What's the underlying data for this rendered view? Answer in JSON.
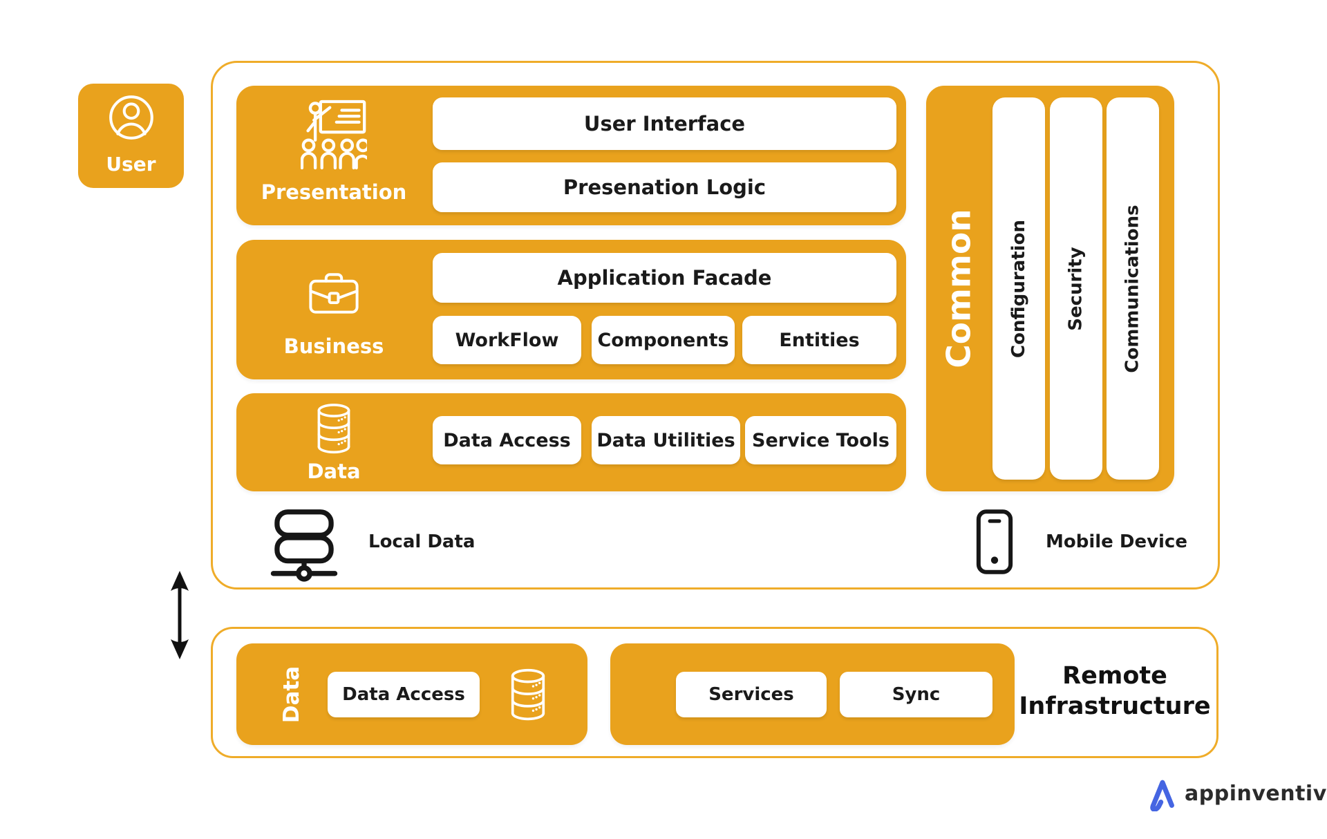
{
  "colors": {
    "orange": "#E9A21D",
    "panel_border": "#EFAC29",
    "ink": "#1A1A1A",
    "logo_blue": "#4565E2"
  },
  "user_box": {
    "label": "User",
    "icon": "user-icon"
  },
  "architecture_panel": {
    "presentation_layer": {
      "label": "Presentation",
      "icon": "presenter-board-icon",
      "items": [
        "User Interface",
        "Presenation Logic"
      ]
    },
    "business_layer": {
      "label": "Business",
      "icon": "briefcase-icon",
      "facade": "Application Facade",
      "items": [
        "WorkFlow",
        "Components",
        "Entities"
      ]
    },
    "data_layer": {
      "label": "Data",
      "icon": "database-icon",
      "items": [
        "Data Access",
        "Data Utilities",
        "Service Tools"
      ]
    },
    "common_column": {
      "label": "Common",
      "items": [
        "Configuration",
        "Security",
        "Communications"
      ]
    },
    "local_data_label": "Local Data",
    "mobile_device_label": "Mobile Device"
  },
  "connector": {
    "icon": "double-arrow-icon"
  },
  "remote_panel": {
    "data_block": {
      "label": "Data",
      "item": "Data Access",
      "icon": "database-icon"
    },
    "services_block": {
      "items": [
        "Services",
        "Sync"
      ]
    },
    "title": "Remote Infrastructure"
  },
  "logo": {
    "text": "appinventiv",
    "mark": "triangle-logo-mark"
  }
}
